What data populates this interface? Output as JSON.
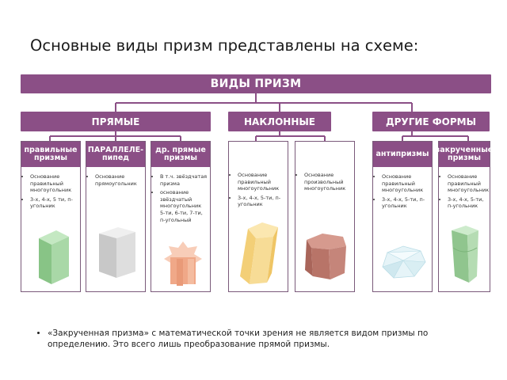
{
  "slide": {
    "title": "Основные виды призм представлены на схеме:"
  },
  "diagram": {
    "root": "ВИДЫ ПРИЗМ",
    "categories": [
      "ПРЯМЫЕ",
      "НАКЛОННЫЕ",
      "ДРУГИЕ ФОРМЫ"
    ],
    "cards": [
      {
        "title": "правильные\nпризмы",
        "items": [
          "Основание правильный многоугольник",
          "3-х, 4-х, 5 ти, п-угольник"
        ],
        "shape_color": "#9ccf9a"
      },
      {
        "title": "ПАРАЛЛЕЛЕ-\nпипед",
        "items": [
          "Основание прямоугольник"
        ],
        "shape_color": "#d9d9d9"
      },
      {
        "title": "др. прямые\nпризмы",
        "items": [
          "В т.ч. звёздчатая призма",
          "основание звёздчатый многоугольник 5-ти, 6-ти, 7-ти, п-угольный"
        ],
        "shape_color": "#f2b59a"
      },
      {
        "title": "",
        "items": [
          "Основание правильный многоугольник",
          "3-х, 4-х, 5-ти, п-угольник"
        ],
        "shape_color": "#f6d98a"
      },
      {
        "title": "",
        "items": [
          "Основание произвольный многоугольник"
        ],
        "shape_color": "#b87468"
      },
      {
        "title": "антипризмы",
        "items": [
          "Основание правильный многоугольник",
          "3-х, 4-х, 5-ти, п-угольник"
        ],
        "shape_color": "#d4ecf2"
      },
      {
        "title": "закрученные\nпризмы",
        "items": [
          "Основание правильный многоугольник",
          "3-х, 4-х, 5-ти, п-угольник"
        ],
        "shape_color": "#a9d6a8"
      }
    ],
    "accent": "#8b4f86"
  },
  "notes": [
    "«Закрученная призма» с математической точки зрения не является видом призмы по определению. Это всего лишь преобразование прямой призмы."
  ]
}
